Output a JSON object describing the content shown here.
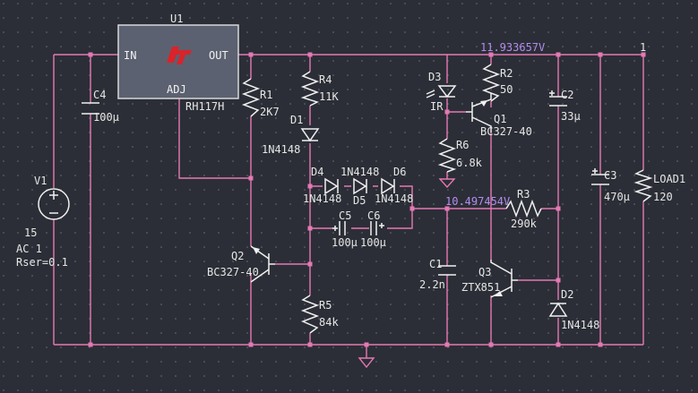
{
  "colors": {
    "background": "#2b2e36",
    "wire": "#e678b4",
    "component": "#f0f0f0",
    "net_label": "#b48cf0",
    "lt_logo": "#d8242a"
  },
  "u1": {
    "ref": "U1",
    "part": "RH117H",
    "pin_in": "IN",
    "pin_out": "OUT",
    "pin_adj": "ADJ",
    "logo_icon": "lt-logo-icon"
  },
  "nets": {
    "out_voltage": "11.933657V",
    "mid_voltage": "10.497454V",
    "net_1": "1"
  },
  "components": {
    "r1": {
      "ref": "R1",
      "value": "2K7"
    },
    "r2": {
      "ref": "R2",
      "value": "50"
    },
    "r3": {
      "ref": "R3",
      "value": "290k"
    },
    "r4": {
      "ref": "R4",
      "value": "11K"
    },
    "r5": {
      "ref": "R5",
      "value": "84k"
    },
    "r6": {
      "ref": "R6",
      "value": "6.8k"
    },
    "c1": {
      "ref": "C1",
      "value": "2.2n"
    },
    "c2": {
      "ref": "C2",
      "value": "33µ"
    },
    "c3": {
      "ref": "C3",
      "value": "470µ"
    },
    "c4": {
      "ref": "C4",
      "value": "100µ"
    },
    "c5": {
      "ref": "C5",
      "value": "100µ"
    },
    "c6": {
      "ref": "C6",
      "value": "100µ"
    },
    "d1": {
      "ref": "D1",
      "value": "1N4148"
    },
    "d2": {
      "ref": "D2",
      "value": "1N4148"
    },
    "d3": {
      "ref": "D3",
      "value": "IR"
    },
    "d4": {
      "ref": "D4",
      "value": "1N4148"
    },
    "d5": {
      "ref": "D5",
      "value": "1N4148"
    },
    "d6": {
      "ref": "D6",
      "value": "1N4148"
    },
    "q1": {
      "ref": "Q1",
      "value": "BC327-40"
    },
    "q2": {
      "ref": "Q2",
      "value": "BC327-40"
    },
    "q3": {
      "ref": "Q3",
      "value": "ZTX851"
    },
    "load1": {
      "ref": "LOAD1",
      "value": "120"
    },
    "v1": {
      "ref": "V1",
      "value": "15",
      "ac": "AC 1",
      "rser": "Rser=0.1"
    }
  }
}
